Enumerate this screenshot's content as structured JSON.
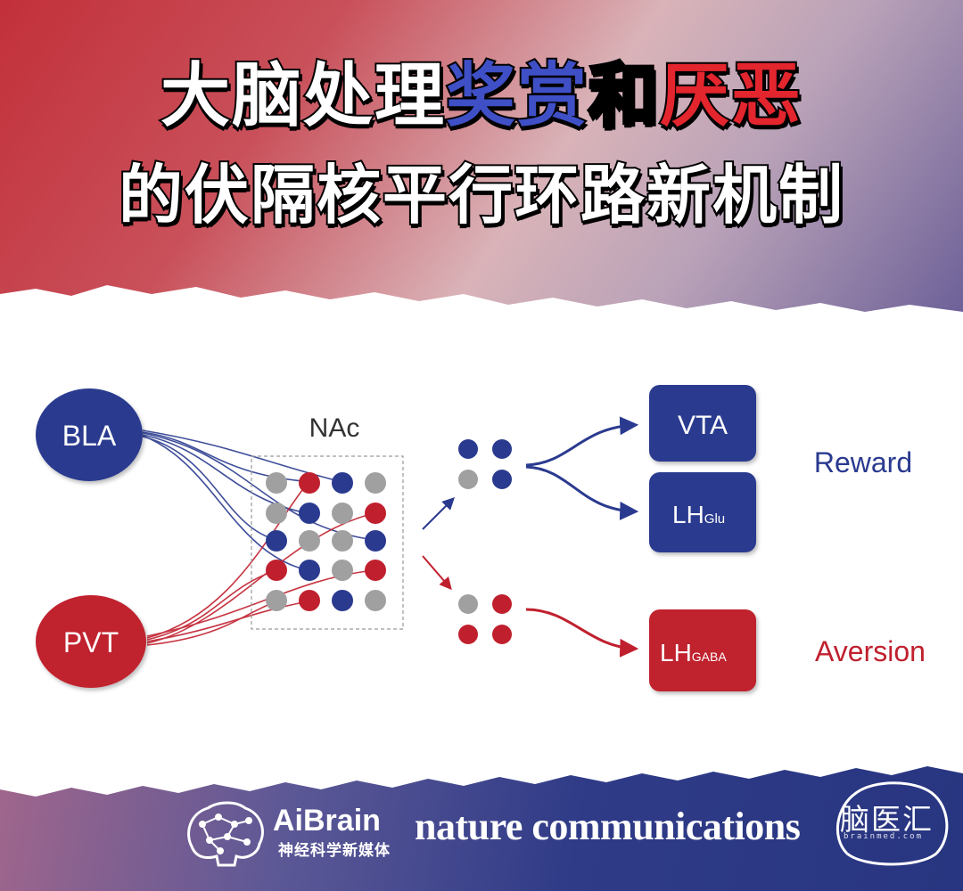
{
  "title": {
    "line1_part1": "大脑处理",
    "line1_reward": "奖赏",
    "line1_and": "和",
    "line1_aversion": "厌恶",
    "line2": "的伏隔核平行环路新机制"
  },
  "diagram": {
    "sources": [
      {
        "label": "BLA",
        "color": "#2a3a8f"
      },
      {
        "label": "PVT",
        "color": "#c0202e"
      }
    ],
    "nac_label": "NAc",
    "targets": [
      {
        "main": "VTA",
        "sub": "",
        "color": "#2a3a8f"
      },
      {
        "main": "LH",
        "sub": "Glu",
        "color": "#2a3a8f"
      },
      {
        "main": "LH",
        "sub": "GABA",
        "color": "#c0202e"
      }
    ],
    "outcomes": {
      "reward": "Reward",
      "aversion": "Aversion"
    },
    "colors": {
      "blue": "#2a3a8f",
      "red": "#c0202e",
      "gray": "#a0a0a0"
    }
  },
  "footer": {
    "aibrain": "AiBrain",
    "aibrain_sub": "神经科学新媒体",
    "journal": "nature communications",
    "badge_cn": "脑医汇",
    "badge_url": "brainmed.com"
  }
}
